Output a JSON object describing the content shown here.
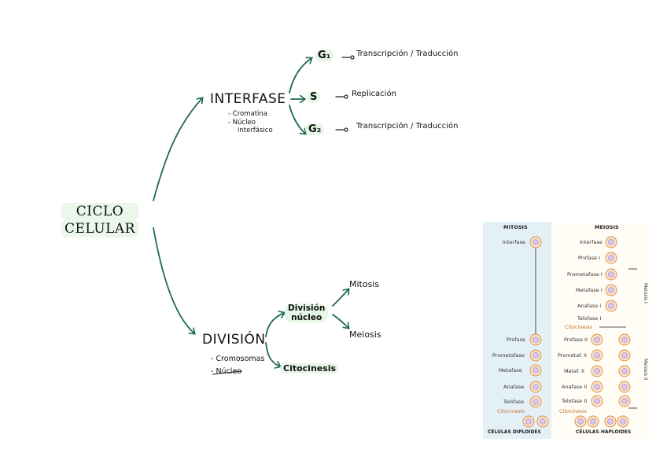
{
  "cycle": {
    "line1": "CICLO",
    "line2": "CELULAR"
  },
  "interphase": {
    "title": "INTERFASE",
    "notes": [
      "- Cromatina",
      "- Núcleo",
      "interfásico"
    ],
    "phases": [
      {
        "name": "G₁",
        "desc": "Transcripción / Traducción"
      },
      {
        "name": "S",
        "desc": "Replicación"
      },
      {
        "name": "G₂",
        "desc": "Transcripción / Traducción"
      }
    ]
  },
  "division": {
    "title": "DIVISIÓN",
    "notes": [
      "- Cromosomas",
      "- Núcleo"
    ],
    "nuclear": {
      "line1": "División",
      "line2": "núcleo"
    },
    "types": [
      "Mitosis",
      "Meiosis"
    ],
    "cytokinesis": "Citocinesis"
  },
  "inset": {
    "mitosis_header": "MITOSIS",
    "meiosis_header": "MEIOSIS",
    "mitosis_top": "Interfase",
    "mitosis_stages": [
      "Profase",
      "Prometafase",
      "Metafase",
      "Anafase",
      "Telofase"
    ],
    "mitosis_cyto": "Citocinesis",
    "meiosis1_stages": [
      "Interfase",
      "Profase I",
      "Prometafase I",
      "Metafase I",
      "Anafase I",
      "Telofase I"
    ],
    "meiosis_cyto1": "Citocinesis",
    "meiosis2_stages": [
      "Profase II",
      "Prometaf. II",
      "Metaf. II",
      "Anafase II",
      "Telofase II"
    ],
    "meiosis_cyto2": "Citocinesis",
    "meiosis1_side": "Meiosis I",
    "meiosis2_side": "Meiosis II",
    "diploid_footer": "CÉLULAS DIPLOIDES",
    "haploid_footer": "CÉLULAS HAPLOIDES"
  }
}
